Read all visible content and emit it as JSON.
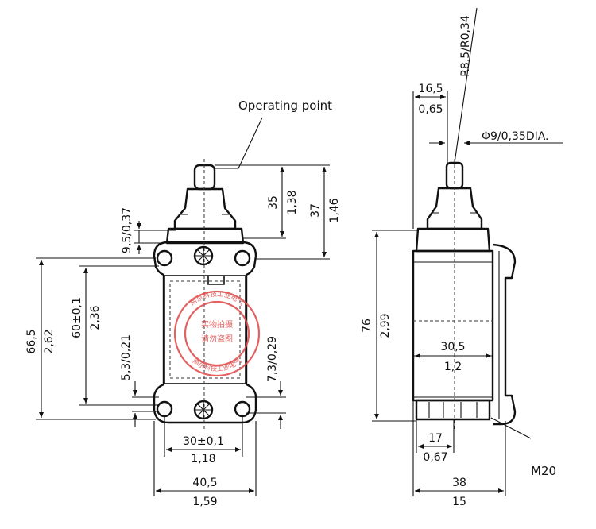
{
  "labels": {
    "operating_point": "Operating point",
    "thread": "M20",
    "radius": "R8,5/R0,34",
    "diameter": "Φ9/0,35DIA.",
    "top_mm": "16,5",
    "top_in": "0,65",
    "v35": "35",
    "v138": "1,38",
    "v37": "37",
    "v146": "1,46",
    "v95": "9,5/0,37",
    "v665": "66,5",
    "v262": "2,62",
    "v60": "60±0,1",
    "v236": "2,36",
    "v53": "5,3/0,21",
    "v73": "7,3/0,29",
    "b30": "30±0,1",
    "b118": "1,18",
    "b405": "40,5",
    "b159": "1,59",
    "v76": "76",
    "v299": "2,99",
    "s305": "30,5",
    "s12": "1,2",
    "s17": "17",
    "s067": "0,67",
    "s38": "38",
    "s15": "15"
  },
  "watermark": {
    "ring_top": "南京科技工业电气",
    "ring_bottom": "南京科技工业电气",
    "center_1": "实物拍摄",
    "center_2": "请勿盗图"
  },
  "colors": {
    "line": "#111111",
    "stamp": "#e05050"
  }
}
